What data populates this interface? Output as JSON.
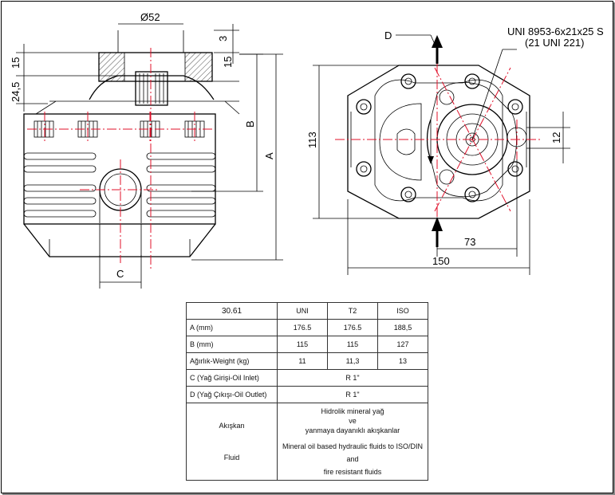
{
  "dimensions": {
    "dia52": "Ø52",
    "d3": "3",
    "d15_left": "15",
    "d15_right": "15",
    "d24_5": "24,5",
    "B": "B",
    "A": "A",
    "C": "C",
    "D": "D",
    "d113": "113",
    "d12": "12",
    "d73": "73",
    "d150": "150",
    "spline1": "UNI 8953-6x21x25 S",
    "spline2": "(21 UNI 221)"
  },
  "table": {
    "model": "30.61",
    "col_uni": "UNI",
    "col_t2": "T2",
    "col_iso": "ISO",
    "rows": [
      {
        "label": "A (mm)",
        "uni": "176.5",
        "t2": "176.5",
        "iso": "188,5"
      },
      {
        "label": "B (mm)",
        "uni": "115",
        "t2": "115",
        "iso": "127"
      },
      {
        "label": "Ağırlık-Weight (kg)",
        "uni": "11",
        "t2": "11,3",
        "iso": "13"
      }
    ],
    "c_label": "C (Yağ Girişi-Oil Inlet)",
    "c_value": "R 1\"",
    "d_label": "D (Yağ Çıkışı-Oil Outlet)",
    "d_value": "R 1\"",
    "fluid_label_tr": "Akışkan",
    "fluid_label_en": "Fluid",
    "fluid_tr_1": "Hidrolik mineral yağ",
    "fluid_tr_2": "ve",
    "fluid_tr_3": "yanmaya dayanıklı akışkanlar",
    "fluid_en_1": "Mineral oil based hydraulic fluids to ISO/DIN",
    "fluid_en_2": "and",
    "fluid_en_3": "fire resistant fluids"
  }
}
